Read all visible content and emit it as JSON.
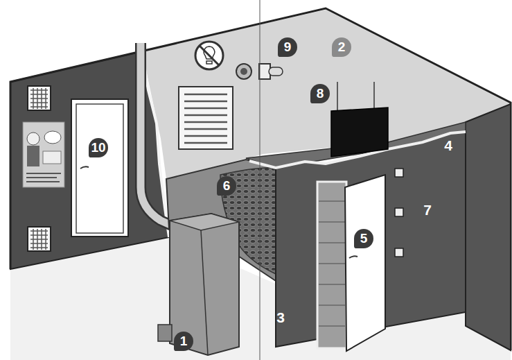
{
  "diagram": {
    "labels": [
      "9",
      "2",
      "8",
      "10",
      "4",
      "6",
      "7",
      "5",
      "3",
      "1"
    ]
  }
}
